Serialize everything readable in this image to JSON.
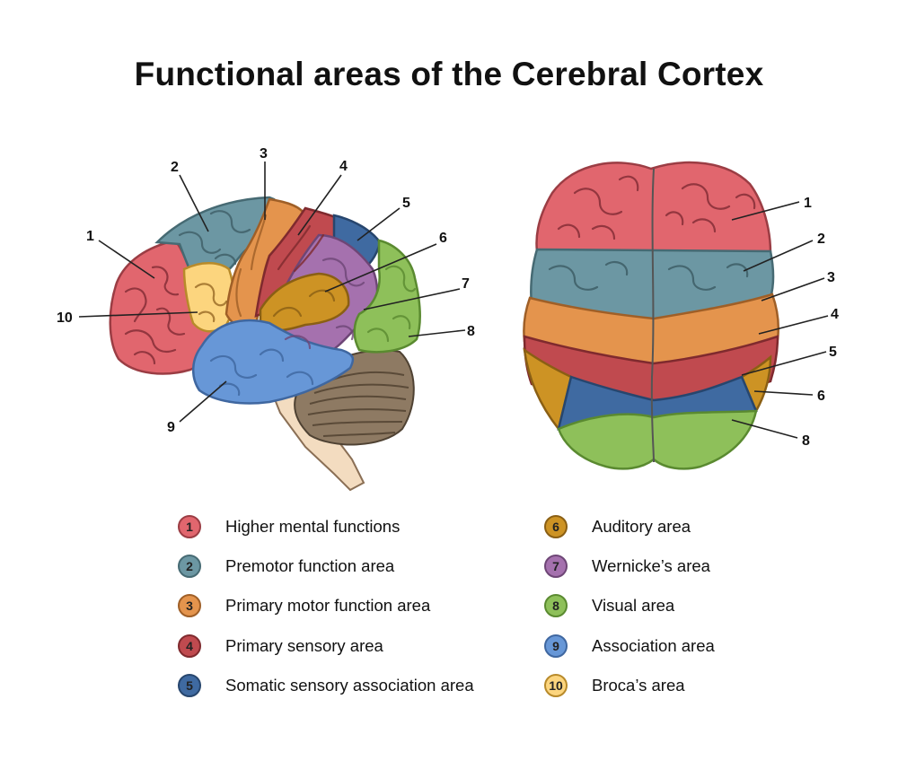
{
  "title": "Functional areas of the Cerebral Cortex",
  "colors": {
    "higher_mental": "#e1666e",
    "premotor": "#6c97a3",
    "primary_motor": "#e4944d",
    "primary_sensory": "#c04a4f",
    "somatic_assoc": "#3f6aa1",
    "auditory": "#cd9324",
    "wernicke": "#a571ae",
    "visual": "#8ec05a",
    "association": "#6797d7",
    "broca": "#fcd57e",
    "cerebellum": "#8e7a63",
    "brainstem": "#f3dcc0"
  },
  "lateral_callouts": [
    "1",
    "2",
    "3",
    "4",
    "5",
    "6",
    "7",
    "8",
    "9",
    "10"
  ],
  "top_callouts": [
    "1",
    "2",
    "3",
    "4",
    "5",
    "6",
    "8"
  ],
  "legend": [
    {
      "num": "1",
      "label": "Higher mental functions",
      "color": "#e1666e",
      "border": "#9b3d44"
    },
    {
      "num": "2",
      "label": "Premotor function area",
      "color": "#6c97a3",
      "border": "#466a73"
    },
    {
      "num": "3",
      "label": "Primary motor function area",
      "color": "#e4944d",
      "border": "#9f5f27"
    },
    {
      "num": "4",
      "label": "Primary sensory area",
      "color": "#c04a4f",
      "border": "#7f2a2e"
    },
    {
      "num": "5",
      "label": "Somatic sensory association area",
      "color": "#3f6aa1",
      "border": "#27466e"
    },
    {
      "num": "6",
      "label": "Auditory area",
      "color": "#cd9324",
      "border": "#8a5f14"
    },
    {
      "num": "7",
      "label": "Wernicke’s area",
      "color": "#a571ae",
      "border": "#6e4676"
    },
    {
      "num": "8",
      "label": "Visual area",
      "color": "#8ec05a",
      "border": "#5a8a30"
    },
    {
      "num": "9",
      "label": "Association area",
      "color": "#6797d7",
      "border": "#3f67a0"
    },
    {
      "num": "10",
      "label": "Broca’s area",
      "color": "#fcd57e",
      "border": "#b88a2a"
    }
  ]
}
